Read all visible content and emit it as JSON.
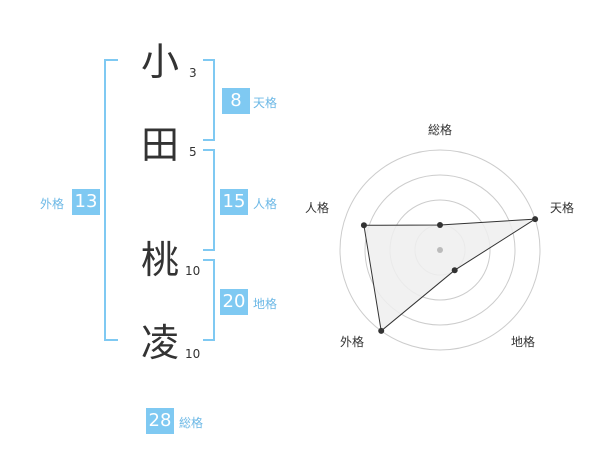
{
  "name": {
    "chars": [
      {
        "char": "小",
        "strokes": "3"
      },
      {
        "char": "田",
        "strokes": "5"
      },
      {
        "char": "桃",
        "strokes": "10"
      },
      {
        "char": "凌",
        "strokes": "10"
      }
    ]
  },
  "fortunes": {
    "tenkaku": {
      "value": "8",
      "label": "天格"
    },
    "jinkaku": {
      "value": "15",
      "label": "人格"
    },
    "chikaku": {
      "value": "20",
      "label": "地格"
    },
    "gaikaku": {
      "value": "13",
      "label": "外格"
    },
    "soukaku": {
      "value": "28",
      "label": "総格"
    }
  },
  "chart_data": {
    "type": "radar",
    "axes": [
      "総格",
      "天格",
      "地格",
      "外格",
      "人格"
    ],
    "rings": 4,
    "values": [
      1,
      4,
      1,
      4,
      3.2
    ],
    "max": 4,
    "colors": {
      "fill": "#eeeeee",
      "line": "#333333",
      "grid": "#cccccc"
    }
  }
}
